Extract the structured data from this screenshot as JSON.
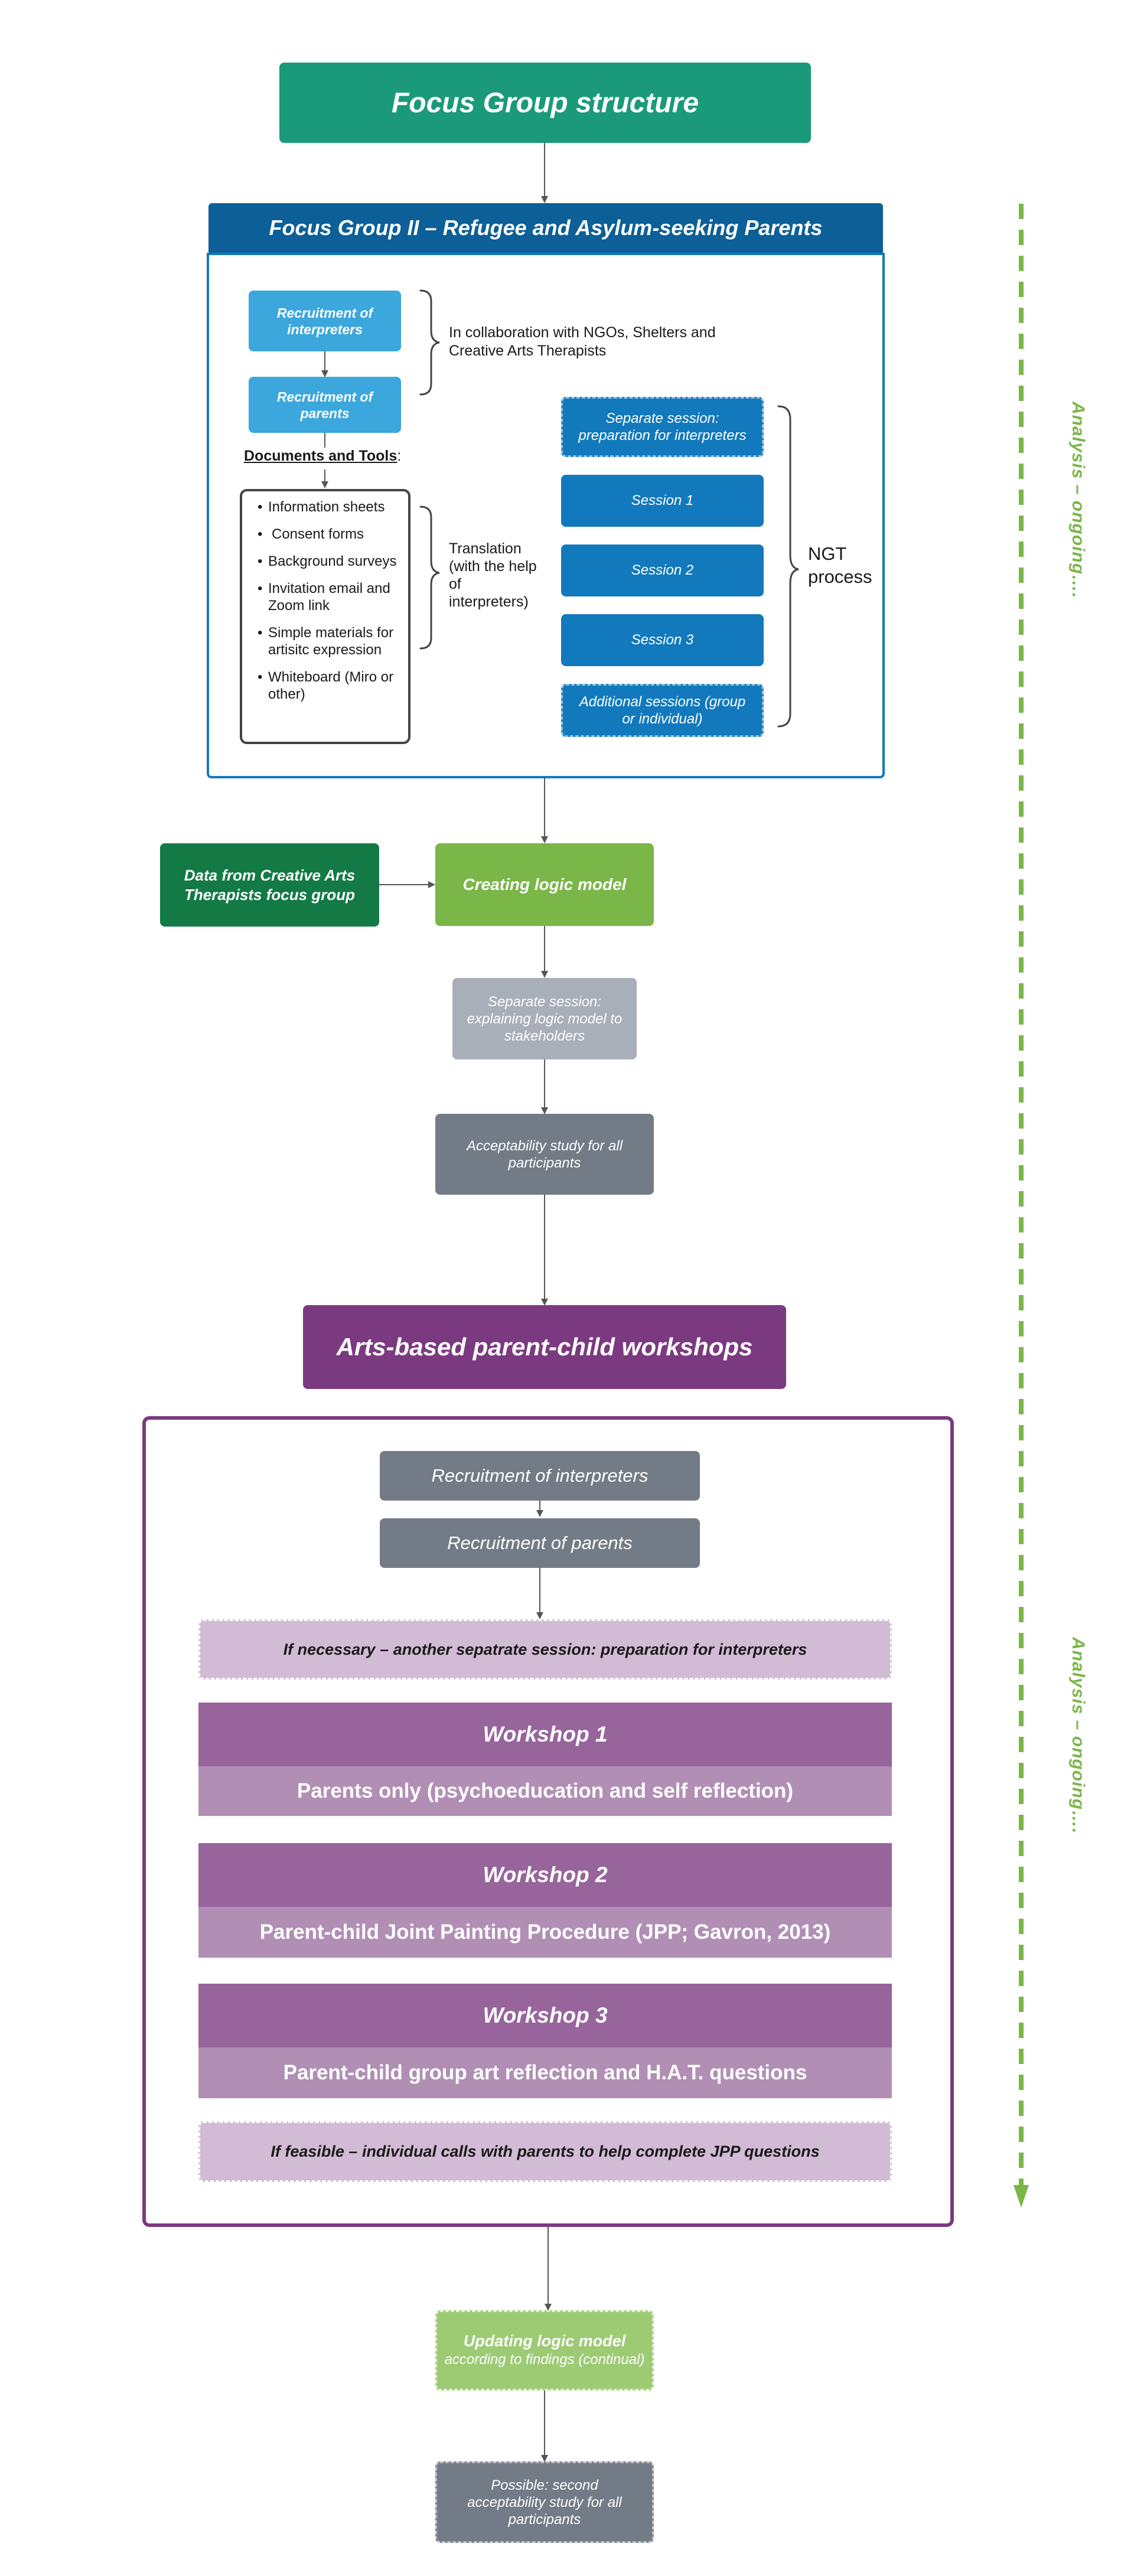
{
  "title": "Focus Group structure",
  "fg2": {
    "header": "Focus Group II – Refugee and Asylum-seeking Parents",
    "recruit_interpreters": "Recruitment of interpreters",
    "recruit_parents": "Recruitment of parents",
    "collab_note": "In collaboration with NGOs, Shelters and Creative Arts Therapists",
    "docs_label": "Documents and Tools",
    "docs_colon": ":",
    "docs": [
      "Information sheets",
      "Consent forms",
      "Background surveys",
      "Invitation email and Zoom link",
      "Simple materials for artisitc expression",
      "Whiteboard (Miro or other)"
    ],
    "translation_note": "Translation (with the help of interpreters)",
    "sessions": [
      "Separate session: preparation for interpreters",
      "Session 1",
      "Session 2",
      "Session 3",
      "Additional sessions (group or individual)"
    ],
    "ngt_label": "NGT process"
  },
  "data_cat": "Data from Creative Arts Therapists focus group",
  "logic_model": "Creating logic model",
  "explain_session": "Separate session: explaining logic model to stakeholders",
  "acceptability": "Acceptability study for all participants",
  "workshops": {
    "title": "Arts-based parent-child workshops",
    "recruit_interpreters": "Recruitment of interpreters",
    "recruit_parents": "Recruitment of parents",
    "prep_session": "If necessary –  another sepatrate session: preparation for interpreters",
    "items": [
      {
        "title": "Workshop 1",
        "desc": "Parents only (psychoeducation and self reflection)"
      },
      {
        "title": "Workshop 2",
        "desc": "Parent-child Joint Painting Procedure (JPP; Gavron, 2013)"
      },
      {
        "title": "Workshop 3",
        "desc": "Parent-child group art reflection and H.A.T. questions"
      }
    ],
    "followup": "If feasible – individual calls with parents to help complete JPP questions"
  },
  "updating": {
    "line1": "Updating logic model",
    "line2": "according to findings (continual)"
  },
  "second_study": "Possible: second acceptability study for all participants",
  "analysis_label": "Analysis – ongoing….",
  "colors": {
    "title_green": "#1a9a7a",
    "fg2_blue": "#0d5f97",
    "light_blue": "#3ba7dd",
    "session_blue": "#1279bd",
    "dark_green": "#137a45",
    "lime": "#7ab648",
    "grey_light": "#a9afb8",
    "grey_dark": "#737b86",
    "purple": "#7b3a80",
    "workshop_purple": "#97649c",
    "workshop_desc": "#b18fb5",
    "lilac": "#d2bbd4",
    "update_green": "#9ccb74"
  }
}
